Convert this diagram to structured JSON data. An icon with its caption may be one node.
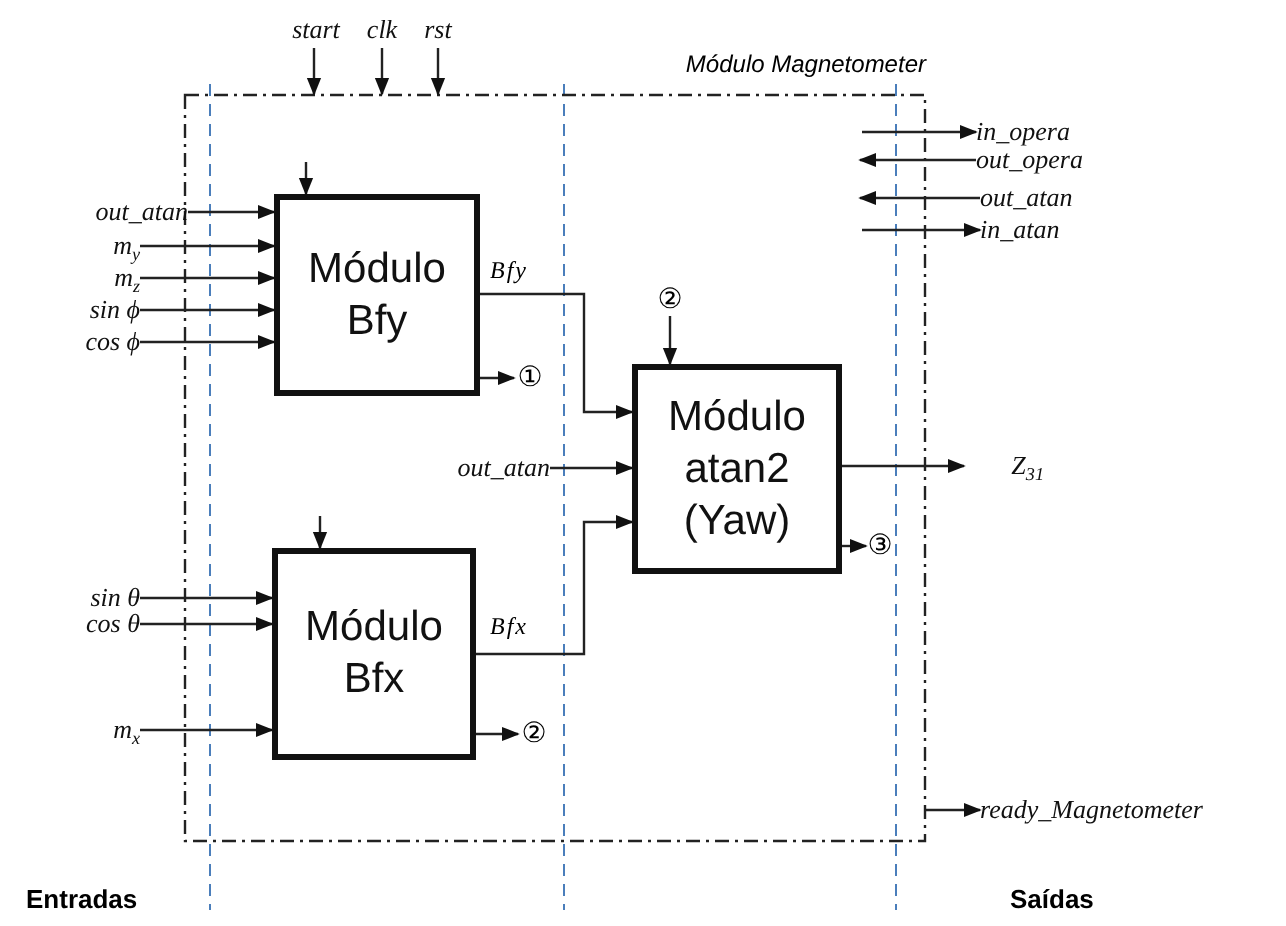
{
  "diagram": {
    "nodes": [
      {
        "text": [
          "Módulo Magnetometer"
        ]
      },
      {
        "text": [
          "start"
        ]
      },
      {
        "text": [
          "clk"
        ]
      },
      {
        "text": [
          "rst"
        ]
      },
      {
        "text": [
          "out_atan"
        ]
      },
      {
        "text": [
          "m$_{y}$"
        ]
      },
      {
        "text": [
          "m$_{z}$"
        ]
      },
      {
        "text": [
          "sin ϕ"
        ]
      },
      {
        "text": [
          "cos ϕ"
        ]
      },
      {
        "text": [
          "Módulo Bfy"
        ],
        "in": 0
      },
      {
        "text": [
          "①"
        ],
        "in": 0
      },
      {
        "text": [
          "sin θ"
        ]
      },
      {
        "text": [
          "cos θ"
        ]
      },
      {
        "text": [
          "m$_{x}$"
        ]
      },
      {
        "text": [
          "Módulo Bfx"
        ],
        "in": 0
      },
      {
        "text": [
          "②"
        ],
        "in": 0
      },
      {
        "text": [
          "out_atan"
        ],
        "in": 0
      },
      {
        "text": [
          "②"
        ],
        "in": 0
      },
      {
        "text": [
          "Módulo atan2 (Yaw)"
        ],
        "in": 0
      },
      {
        "text": [
          "③"
        ],
        "in": 0
      },
      {
        "text": [
          "Z$_{31}$"
        ]
      },
      {
        "text": [
          "in_opera"
        ]
      },
      {
        "text": [
          "out_opera"
        ]
      },
      {
        "text": [
          "out_atan"
        ]
      },
      {
        "text": [
          "in_atan"
        ]
      },
      {
        "text": [
          "ready_Magnetometer"
        ]
      }
    ],
    "edges": [
      {
        "from": 1,
        "to": 0,
        "arrow": "to"
      },
      {
        "from": 2,
        "to": 0,
        "arrow": "to"
      },
      {
        "from": 3,
        "to": 0,
        "arrow": "to"
      },
      {
        "from": null,
        "to": 9,
        "arrow": "to"
      },
      {
        "from": 4,
        "to": 9,
        "arrow": "to"
      },
      {
        "from": 5,
        "to": 9,
        "arrow": "to"
      },
      {
        "from": 6,
        "to": 9,
        "arrow": "to"
      },
      {
        "from": 7,
        "to": 9,
        "arrow": "to"
      },
      {
        "from": 8,
        "to": 9,
        "arrow": "to"
      },
      {
        "from": 9,
        "to": 10,
        "arrow": "to"
      },
      {
        "from": 9,
        "to": 18,
        "label": "Bfy",
        "arrow": "to"
      },
      {
        "from": null,
        "to": 14,
        "arrow": "to"
      },
      {
        "from": 11,
        "to": 14,
        "arrow": "to"
      },
      {
        "from": 12,
        "to": 14,
        "arrow": "to"
      },
      {
        "from": 13,
        "to": 14,
        "arrow": "to"
      },
      {
        "from": 14,
        "to": 15,
        "arrow": "to"
      },
      {
        "from": 14,
        "to": 18,
        "label": "Bfx",
        "arrow": "to"
      },
      {
        "from": 16,
        "to": 18,
        "arrow": "to"
      },
      {
        "from": 17,
        "to": 18,
        "arrow": "to"
      },
      {
        "from": 18,
        "to": 19,
        "arrow": "to"
      },
      {
        "from": 18,
        "to": 20,
        "arrow": "to"
      },
      {
        "from": null,
        "to": 21,
        "arrow": "to"
      },
      {
        "from": 22,
        "to": null,
        "arrow": "to"
      },
      {
        "from": 23,
        "to": null,
        "arrow": "to"
      },
      {
        "from": null,
        "to": 24,
        "arrow": "to"
      },
      {
        "from": 0,
        "to": 25,
        "arrow": "to"
      }
    ],
    "labels": [
      "Entradas",
      "Saídas"
    ]
  }
}
